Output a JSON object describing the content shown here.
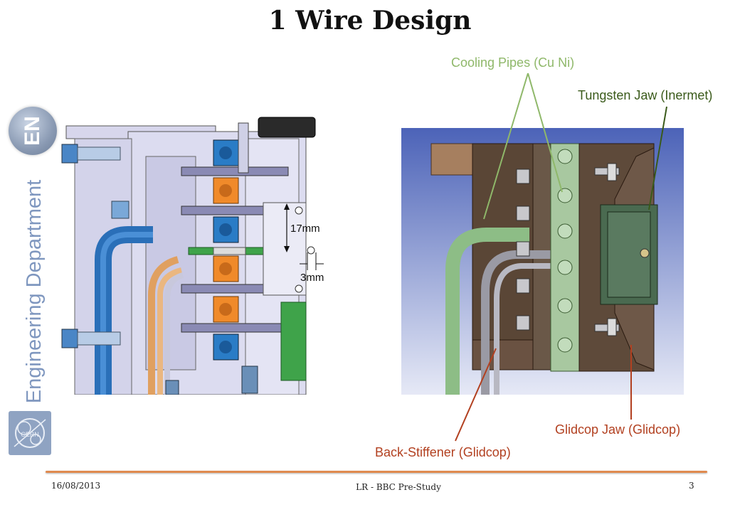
{
  "slide": {
    "title": "1 Wire Design",
    "sidebar": {
      "badge_text": "EN",
      "department": "Engineering Department",
      "logo": "cern-logo"
    },
    "left_drawing": {
      "dimension_vertical": "17mm",
      "dimension_horizontal": "3mm"
    },
    "callouts": {
      "cooling_pipes": "Cooling Pipes (Cu Ni)",
      "tungsten_jaw": "Tungsten Jaw (Inermet)",
      "glidcop_jaw": "Glidcop Jaw (Glidcop)",
      "back_stiffener": "Back-Stiffener (Glidcop)"
    },
    "colors": {
      "cooling_label": "#8fb86a",
      "tungsten_label": "#3a5a1a",
      "glidcop_label": "#b24020",
      "footer_line": "#e08a4f",
      "sidebar_text": "#7f97bf"
    },
    "footer": {
      "date": "16/08/2013",
      "center": "LR - BBC Pre-Study",
      "page_number": "3"
    }
  }
}
